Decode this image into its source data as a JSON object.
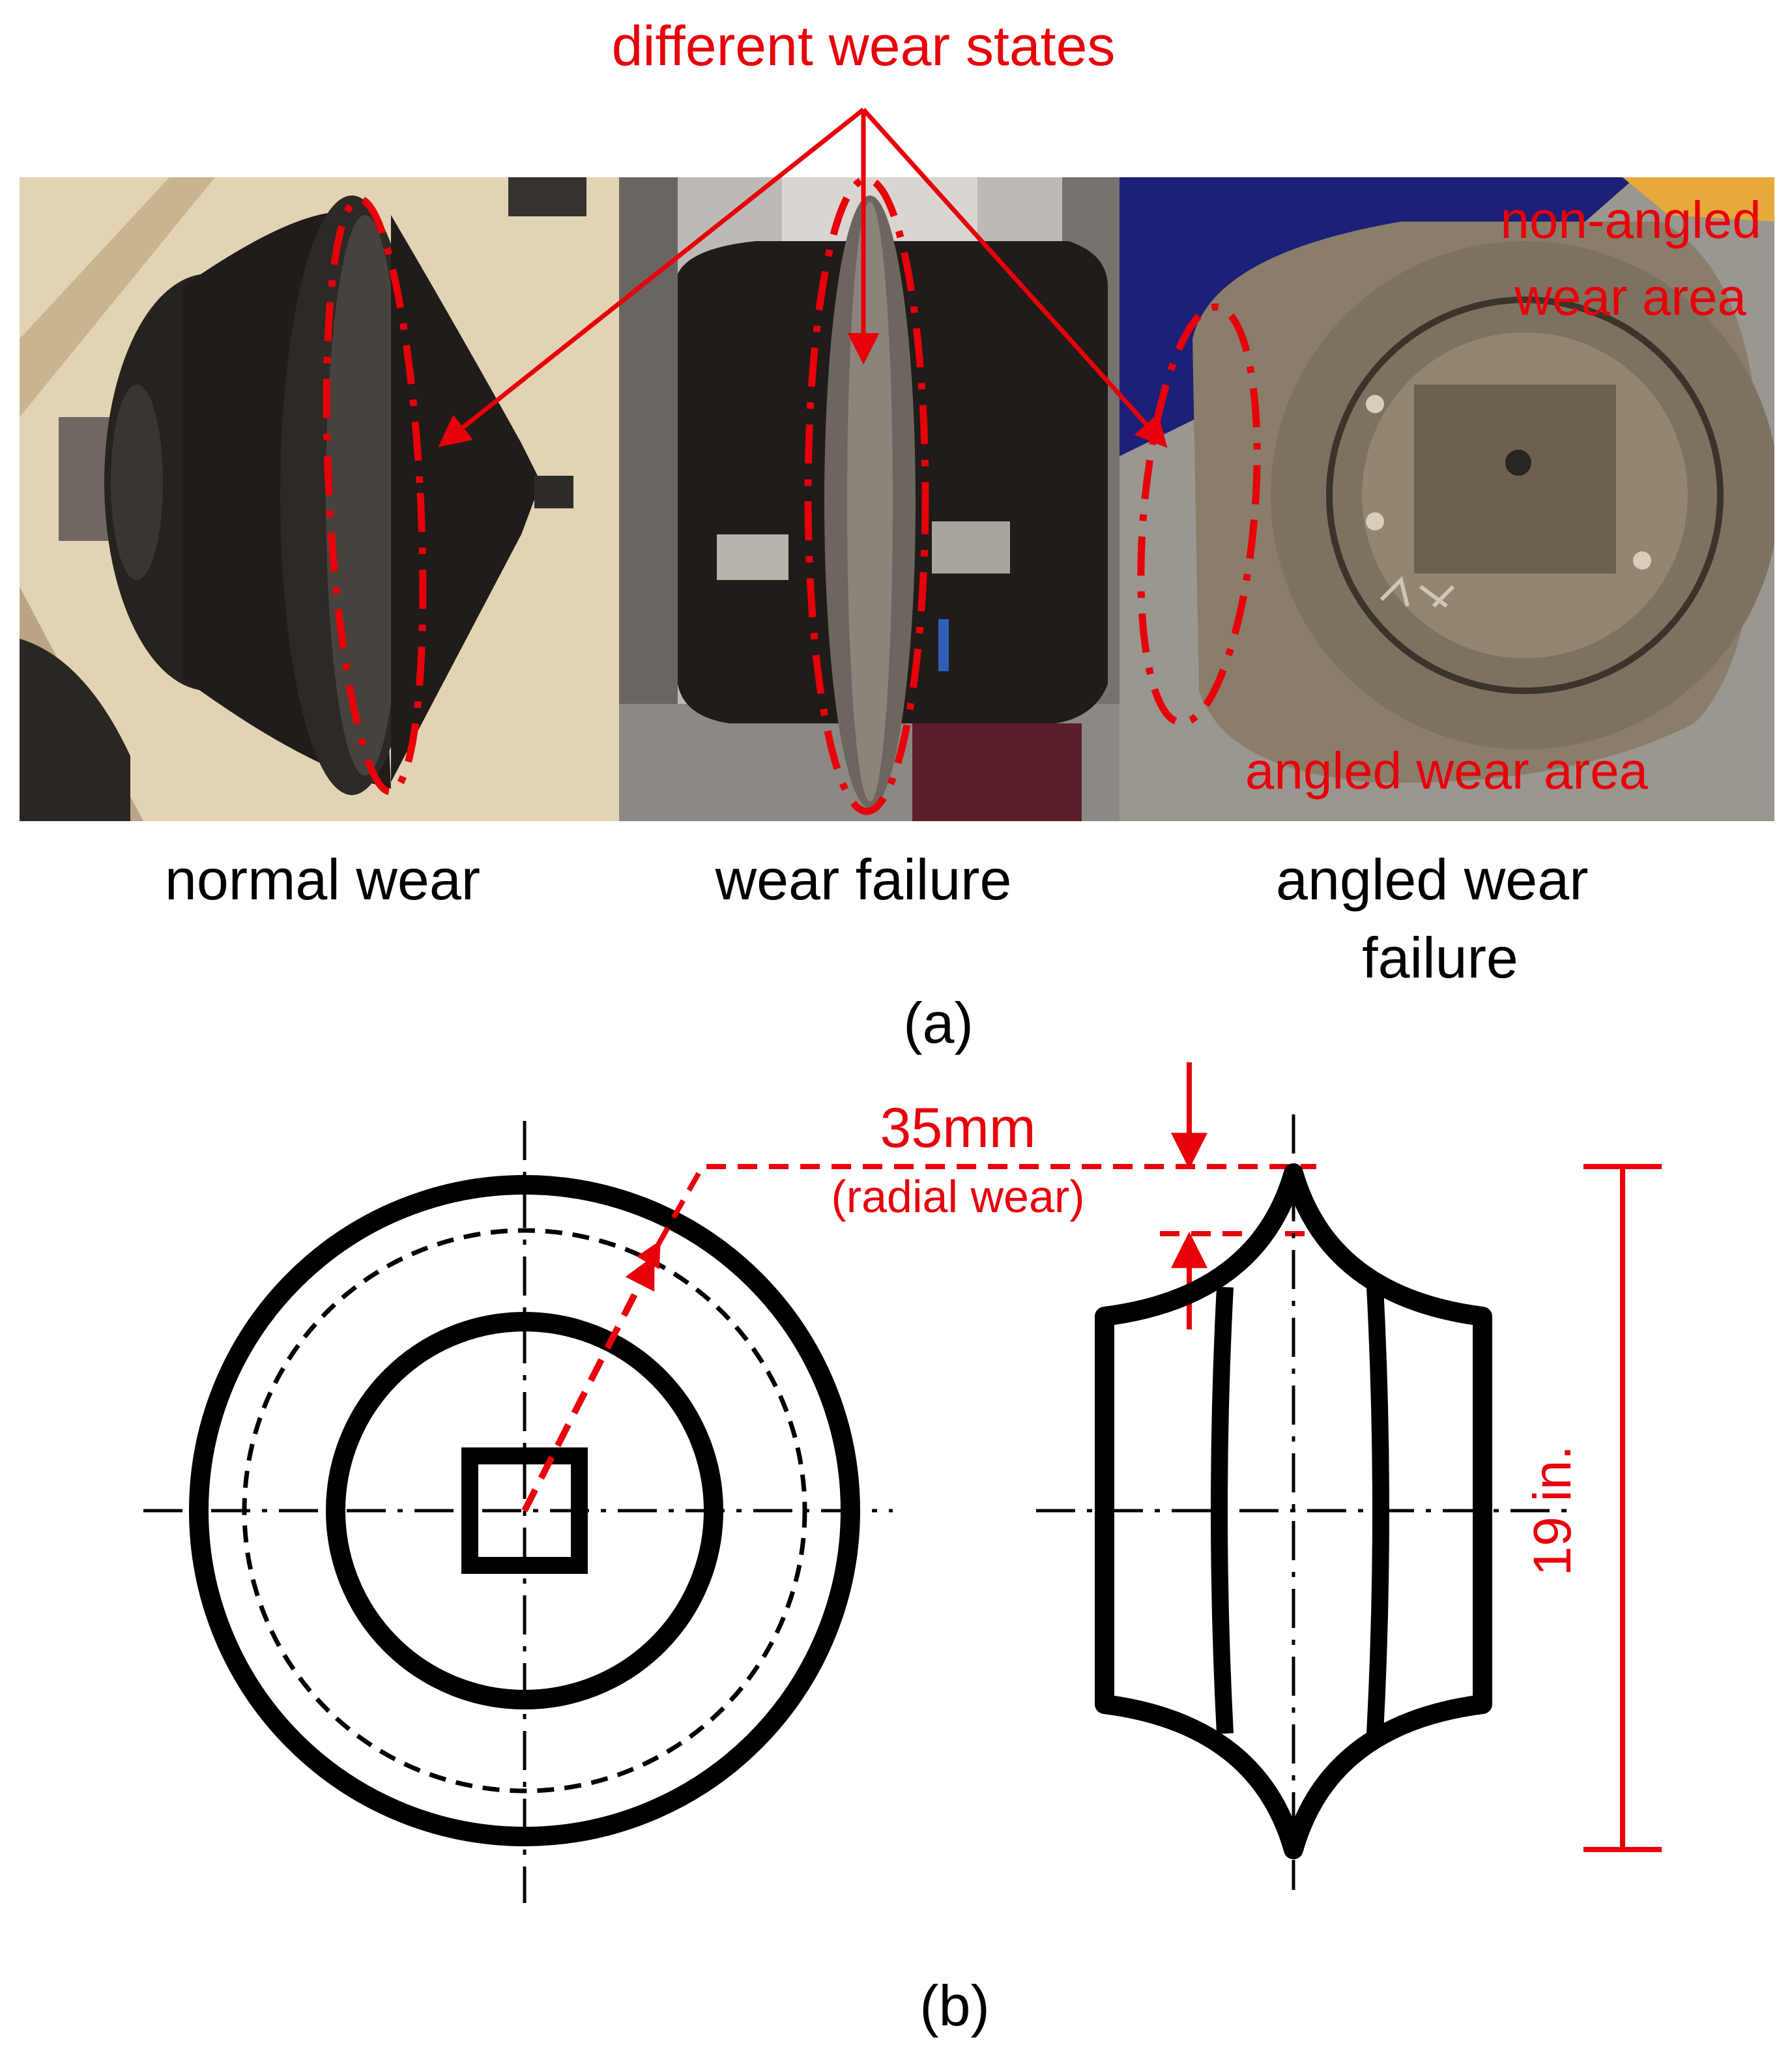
{
  "panel_a": {
    "heading": "different wear states",
    "photos": [
      {
        "caption_lines": [
          "normal wear"
        ]
      },
      {
        "caption_lines": [
          "wear failure"
        ]
      },
      {
        "caption_lines": [
          "angled wear",
          "failure"
        ],
        "overlay_labels": {
          "non_angled_lines": [
            "non-angled",
            "wear area"
          ],
          "angled": "angled wear area"
        }
      }
    ],
    "panel_label": "(a)"
  },
  "panel_b": {
    "radial_wear_value": "35mm",
    "radial_wear_caption": "(radial wear)",
    "diameter": "19 in.",
    "panel_label": "(b)"
  },
  "colors": {
    "annotation_red": "#e8000b",
    "line_black": "#000000",
    "sand_background": "#e3d3b5",
    "dark_rubber": "#1f1c19",
    "blue_background": "#1d2078",
    "maroon_block": "#5c1e2b",
    "grey_floor": "#9a9690"
  }
}
